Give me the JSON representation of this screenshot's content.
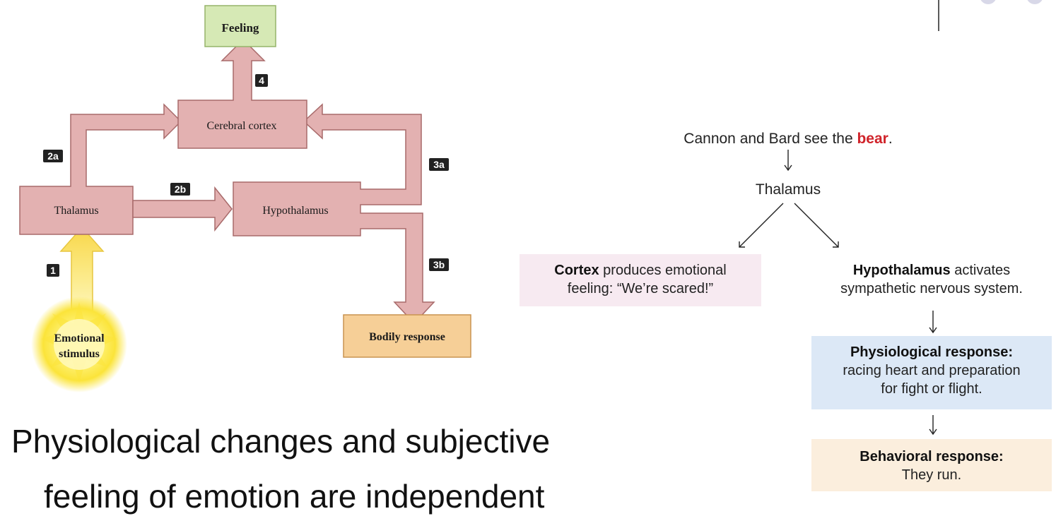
{
  "left_diagram": {
    "nodes": {
      "feeling": "Feeling",
      "cerebral_cortex": "Cerebral cortex",
      "thalamus": "Thalamus",
      "hypothalamus": "Hypothalamus",
      "bodily_response": "Bodily response",
      "emotional_stimulus_line1": "Emotional",
      "emotional_stimulus_line2": "stimulus"
    },
    "step_labels": {
      "s1": "1",
      "s2a": "2a",
      "s2b": "2b",
      "s3a": "3a",
      "s3b": "3b",
      "s4": "4"
    },
    "colors": {
      "arrow_fill": "#e3b1b1",
      "arrow_stroke": "#a86a6a",
      "feeling_fill": "#d6e9b5",
      "bodily_fill": "#f6cf97",
      "stimulus_glow": "#fff04d"
    }
  },
  "caption": {
    "line1": "Physiological changes and subjective",
    "line2": "feeling of emotion are independent"
  },
  "right_diagram": {
    "top_prefix": "Cannon and Bard see the ",
    "top_highlight": "bear",
    "top_suffix": ".",
    "thalamus": "Thalamus",
    "cortex_bold": "Cortex",
    "cortex_rest1": " produces emotional",
    "cortex_rest2": "feeling: “We’re scared!”",
    "hypo_bold": "Hypothalamus",
    "hypo_rest1": " activates",
    "hypo_rest2": "sympathetic nervous system.",
    "physio_bold": "Physiological response:",
    "physio_rest1": "racing heart and preparation",
    "physio_rest2": "for fight or flight.",
    "behav_bold": "Behavioral response:",
    "behav_rest": "They run.",
    "colors": {
      "highlight": "#d0232a",
      "cortex_box": "#f7eaf1",
      "physio_box": "#dce8f6",
      "behav_box": "#fbeedd"
    }
  }
}
